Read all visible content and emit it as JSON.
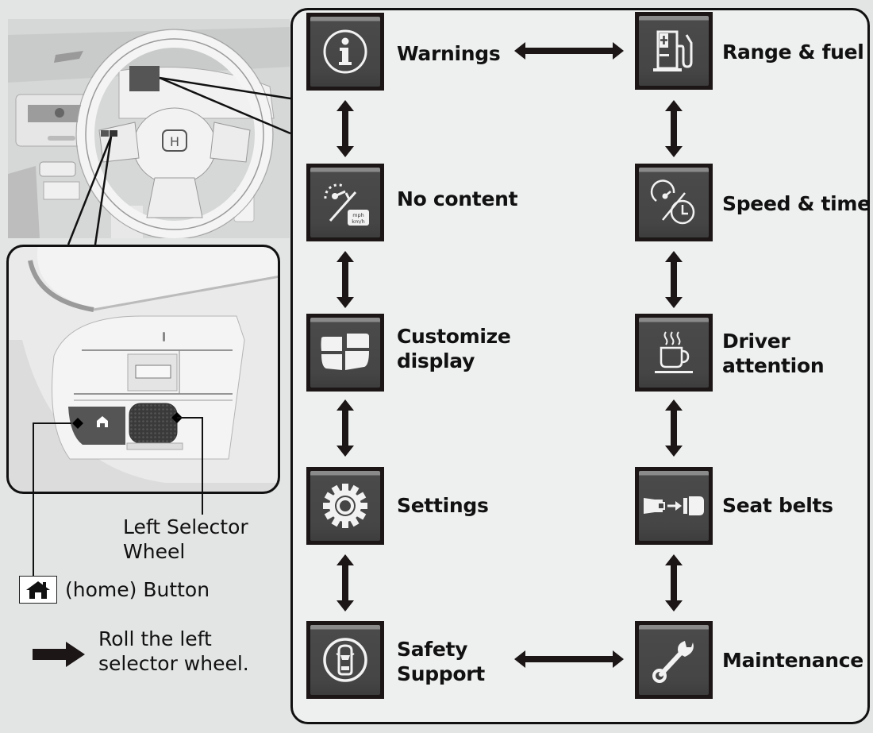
{
  "menu": {
    "left_column": [
      {
        "id": "warnings",
        "label_lines": [
          "Warnings"
        ],
        "icon": "info-icon"
      },
      {
        "id": "no-content",
        "label_lines": [
          "No content"
        ],
        "icon": "speedometer-unit-icon"
      },
      {
        "id": "customize-display",
        "label_lines": [
          "Customize",
          "display"
        ],
        "icon": "display-layout-icon"
      },
      {
        "id": "settings",
        "label_lines": [
          "Settings"
        ],
        "icon": "gear-icon"
      },
      {
        "id": "safety-support",
        "label_lines": [
          "Safety",
          "Support"
        ],
        "icon": "car-safety-icon"
      }
    ],
    "right_column": [
      {
        "id": "range-fuel",
        "label_lines": [
          "Range & fuel"
        ],
        "icon": "fuel-pump-icon"
      },
      {
        "id": "speed-time",
        "label_lines": [
          "Speed & time"
        ],
        "icon": "speed-clock-icon"
      },
      {
        "id": "driver-attention",
        "label_lines": [
          "Driver",
          "attention"
        ],
        "icon": "coffee-cup-icon"
      },
      {
        "id": "seat-belts",
        "label_lines": [
          "Seat belts"
        ],
        "icon": "seat-belt-icon"
      },
      {
        "id": "maintenance",
        "label_lines": [
          "Maintenance"
        ],
        "icon": "wrench-icon"
      }
    ]
  },
  "labels": {
    "warnings": "Warnings",
    "no_content": "No content",
    "customize_1": "Customize",
    "customize_2": "display",
    "settings": "Settings",
    "safety_1": "Safety",
    "safety_2": "Support",
    "range_fuel": "Range & fuel",
    "speed_time": "Speed & time",
    "driver_1": "Driver",
    "driver_2": "attention",
    "seat_belts": "Seat belts",
    "maintenance": "Maintenance"
  },
  "legend": {
    "selector_line1": "Left Selector",
    "selector_line2": "Wheel",
    "home_button": "(home) Button",
    "roll_line1": "Roll the left",
    "roll_line2": "selector wheel."
  },
  "colors": {
    "tile_frame": "#1c1616",
    "tile_face": "#454545",
    "panel_bg": "#eef0ef",
    "page_bg": "#e3e5e4",
    "arrow": "#1c1616"
  }
}
